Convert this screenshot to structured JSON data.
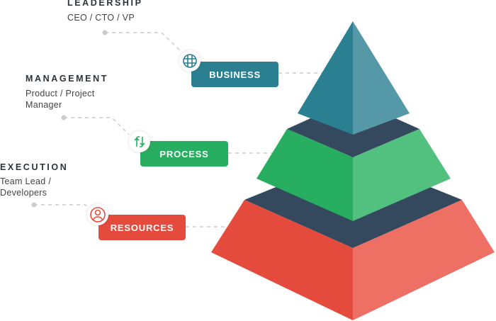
{
  "levels": [
    {
      "heading": "LEADERSHIP",
      "roles": "CEO / CTO / VP",
      "label": "BUSINESS",
      "icon": "globe-icon",
      "color": "#2a7f91"
    },
    {
      "heading": "MANAGEMENT",
      "roles": "Product / Project Manager",
      "label": "PROCESS",
      "icon": "refresh-icon",
      "color": "#27ae60"
    },
    {
      "heading": "EXECUTION",
      "roles": "Team Lead / Developers",
      "label": "RESOURCES",
      "icon": "user-icon",
      "color": "#e54b3c"
    }
  ],
  "colors": {
    "navy": "#34495e",
    "teal_light": "#5599a8",
    "green_light": "#52c07f",
    "red_light": "#ee7064"
  }
}
